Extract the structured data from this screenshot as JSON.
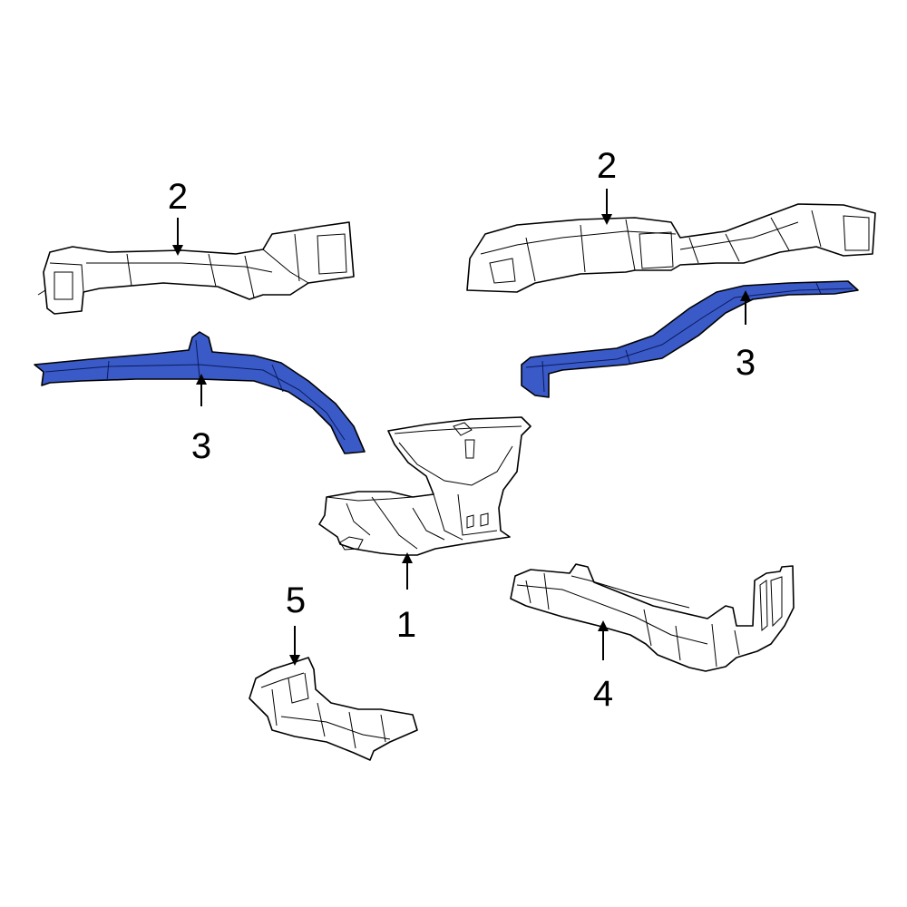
{
  "colors": {
    "background": "#ffffff",
    "outline": "#000000",
    "highlight": "#3a5ac8"
  },
  "callouts": [
    {
      "id": "c1",
      "label": "1"
    },
    {
      "id": "c2a",
      "label": "2"
    },
    {
      "id": "c2b",
      "label": "2"
    },
    {
      "id": "c3a",
      "label": "3"
    },
    {
      "id": "c3b",
      "label": "3"
    },
    {
      "id": "c4",
      "label": "4"
    },
    {
      "id": "c5",
      "label": "5"
    }
  ],
  "parts": [
    {
      "id": "p1",
      "callout": "1",
      "highlighted": false
    },
    {
      "id": "p2-left",
      "callout": "2",
      "highlighted": false
    },
    {
      "id": "p2-right",
      "callout": "2",
      "highlighted": false
    },
    {
      "id": "p3-left",
      "callout": "3",
      "highlighted": true
    },
    {
      "id": "p3-right",
      "callout": "3",
      "highlighted": true
    },
    {
      "id": "p4",
      "callout": "4",
      "highlighted": false
    },
    {
      "id": "p5",
      "callout": "5",
      "highlighted": false
    }
  ]
}
